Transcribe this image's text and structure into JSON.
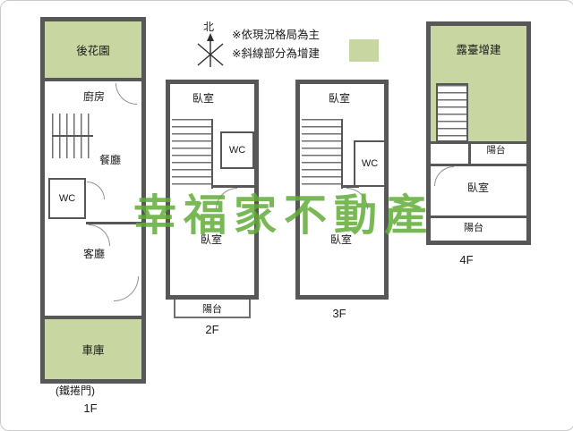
{
  "colors": {
    "wall": "#575757",
    "addition_fill": "#c8d7a2",
    "watermark_green": "#61ad39"
  },
  "watermark": "幸福家不動產",
  "compass": {
    "north_label": "北"
  },
  "legend": {
    "note_current_layout": "※依現況格局為主",
    "note_addition": "※斜線部分為增建"
  },
  "floor1": {
    "label": "1F",
    "garden": "後花園",
    "kitchen": "廚房",
    "dining": "餐廳",
    "wc": "WC",
    "living": "客廳",
    "garage": "車庫",
    "rolling_door_note": "(鐵捲門)"
  },
  "floor2": {
    "label": "2F",
    "bedroom_top": "臥室",
    "wc": "WC",
    "bedroom_bottom": "臥室",
    "balcony": "陽台"
  },
  "floor3": {
    "label": "3F",
    "bedroom_top": "臥室",
    "wc": "WC",
    "bedroom_bottom": "臥室"
  },
  "floor4": {
    "label": "4F",
    "terrace_addition": "露臺增建",
    "balcony_top": "陽台",
    "bedroom": "臥室",
    "balcony_bottom": "陽台"
  }
}
